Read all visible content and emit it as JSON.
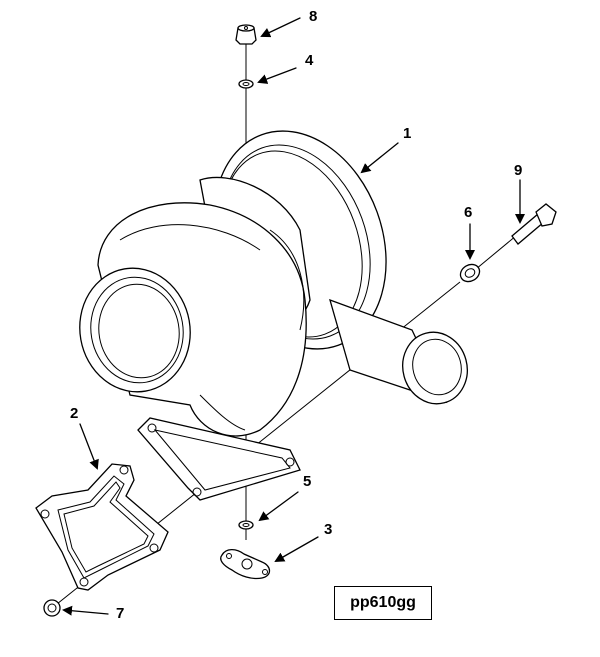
{
  "figure": {
    "reference_code": "pp610gg",
    "callouts": [
      {
        "id": "1",
        "label": "1"
      },
      {
        "id": "2",
        "label": "2"
      },
      {
        "id": "3",
        "label": "3"
      },
      {
        "id": "4",
        "label": "4"
      },
      {
        "id": "5",
        "label": "5"
      },
      {
        "id": "6",
        "label": "6"
      },
      {
        "id": "7",
        "label": "7"
      },
      {
        "id": "8",
        "label": "8"
      },
      {
        "id": "9",
        "label": "9"
      }
    ]
  }
}
